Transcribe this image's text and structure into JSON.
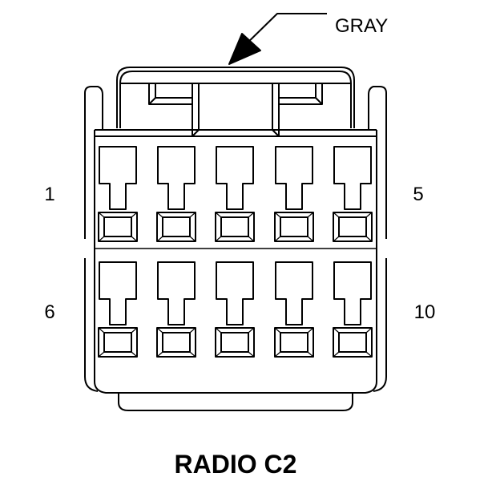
{
  "diagram": {
    "color_label": "GRAY",
    "title": "RADIO C2",
    "pin_labels": {
      "top_left": "1",
      "top_right": "5",
      "bottom_left": "6",
      "bottom_right": "10"
    },
    "rows": 2,
    "pins_per_row": 5,
    "line_color": "#000000",
    "background": "#ffffff"
  }
}
